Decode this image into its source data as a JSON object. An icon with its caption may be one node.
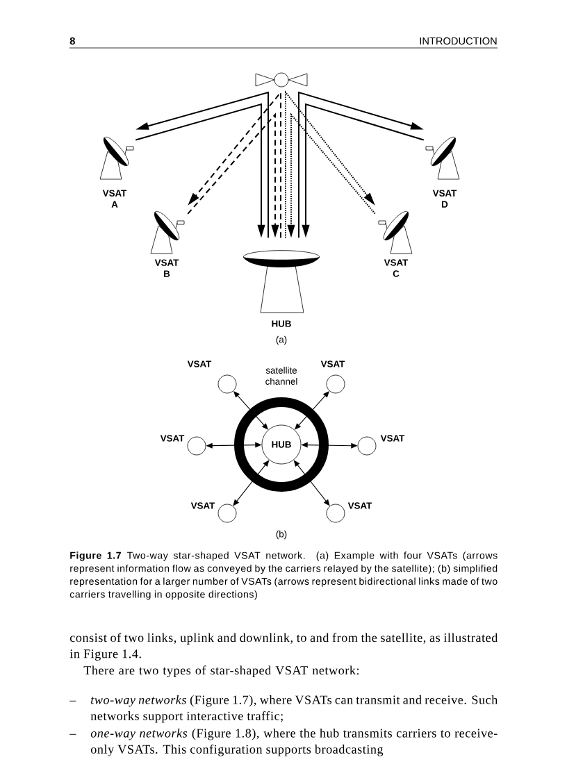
{
  "diagram": {
    "caption": "**Figure 1.7** Two-way star-shaped VSAT network. (a) Example with four VSATs (arrows represent information flow as conveyed by the carriers relayed by the satellite); (b) simplified representation for a larger number of VSATs (arrows represent bidirectional links made of two carriers travelling in opposite directions)",
    "nodes": [
      {
        "text": [
          "VSAT A"
        ]
      },
      {
        "text": [
          "VSAT D"
        ]
      },
      {
        "text": [
          "VSAT B"
        ]
      },
      {
        "text": [
          "VSAT C"
        ]
      },
      {
        "text": [
          "HUB"
        ]
      },
      {
        "text": [
          "satellite channel"
        ]
      },
      {
        "text": [
          "HUB"
        ],
        "in": 5
      },
      {
        "text": [
          "VSAT"
        ]
      },
      {
        "text": [
          "VSAT"
        ]
      },
      {
        "text": [
          "VSAT"
        ]
      },
      {
        "text": [
          "VSAT"
        ]
      },
      {
        "text": [
          "VSAT"
        ]
      },
      {
        "text": [
          "VSAT"
        ]
      }
    ],
    "edges": [
      {
        "from": 4,
        "to": 0,
        "arrow": "to"
      },
      {
        "from": 0,
        "to": 4,
        "arrow": "to"
      },
      {
        "from": 4,
        "to": 2,
        "arrow": "to",
        "style": "dashed"
      },
      {
        "from": 2,
        "to": 4,
        "arrow": "to",
        "style": "dashed"
      },
      {
        "from": 4,
        "to": 3,
        "arrow": "to",
        "style": "dashed"
      },
      {
        "from": 3,
        "to": 4,
        "arrow": "to",
        "style": "dashed"
      },
      {
        "from": 4,
        "to": 1,
        "arrow": "to"
      },
      {
        "from": 1,
        "to": 4,
        "arrow": "to"
      },
      {
        "from": 7,
        "to": 6,
        "arrow": "both"
      },
      {
        "from": 8,
        "to": 6,
        "arrow": "both"
      },
      {
        "from": 9,
        "to": 6,
        "arrow": "both"
      },
      {
        "from": 10,
        "to": 6,
        "arrow": "both"
      },
      {
        "from": 11,
        "to": 6,
        "arrow": "both"
      },
      {
        "from": 12,
        "to": 6,
        "arrow": "both"
      }
    ],
    "labels": [
      "8",
      "INTRODUCTION",
      "(a)",
      "(b)",
      "consist of two links, uplink and downlink, to and from the satellite, as illustrated in Figure 1.4.",
      "There are two types of star-shaped VSAT network:",
      "–",
      "*two-way networks* (Figure 1.7), where VSATs can transmit and receive. Such networks support interactive traffic;",
      "–",
      "*one-way networks* (Figure 1.8), where the hub transmits carriers to receive-only VSATs. This configuration supports broadcasting"
    ]
  }
}
